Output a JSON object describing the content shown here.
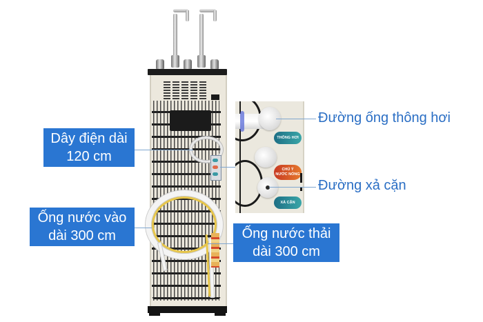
{
  "product": {
    "name_icon": "water-dispenser-back-view",
    "colors": {
      "callout_bg": "#2a76d2",
      "callout_text": "#ffffff",
      "side_label_text": "#2a6ec4",
      "leader_line": "#7fa6cf",
      "body": "#ece8dd",
      "badge_teal": "#1d6f85",
      "badge_orange": "#d6502a"
    }
  },
  "callouts": {
    "power_cord": {
      "line1": "Dây điện dài",
      "line2": "120 cm"
    },
    "inlet_hose": {
      "line1": "Ống nước vào",
      "line2": "dài 300 cm"
    },
    "drain_hose": {
      "line1": "Ống nước thải",
      "line2": "dài 300 cm"
    },
    "vent_pipe": {
      "label": "Đường ống thông hơi"
    },
    "sediment_drain": {
      "label": "Đường xả cặn"
    }
  },
  "inset_badges": {
    "vent": "THÔNG HƠI",
    "hot_warning_line1": "CHÚ Ý",
    "hot_warning_line2": "NƯỚC NÓNG",
    "drain": "XẢ CẶN"
  }
}
